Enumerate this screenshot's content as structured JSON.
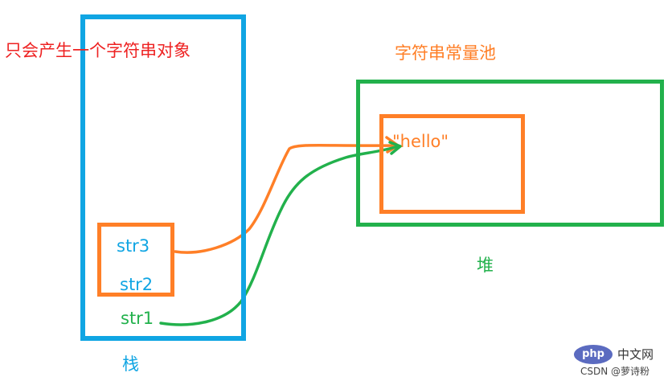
{
  "note_text": "只会产生一个字符串对象",
  "pool_title": "字符串常量池",
  "literal": "\"hello\"",
  "heap_label": "堆",
  "stack_label": "栈",
  "refs": [
    "str3",
    "str2",
    "str1"
  ],
  "colors": {
    "stack": "#10a5e3",
    "heap": "#22b14c",
    "pool": "#ff7f27",
    "note": "#ee2222"
  },
  "watermark": {
    "logo": "php",
    "site": "中文网",
    "author": "CSDN @萝诗粉"
  }
}
